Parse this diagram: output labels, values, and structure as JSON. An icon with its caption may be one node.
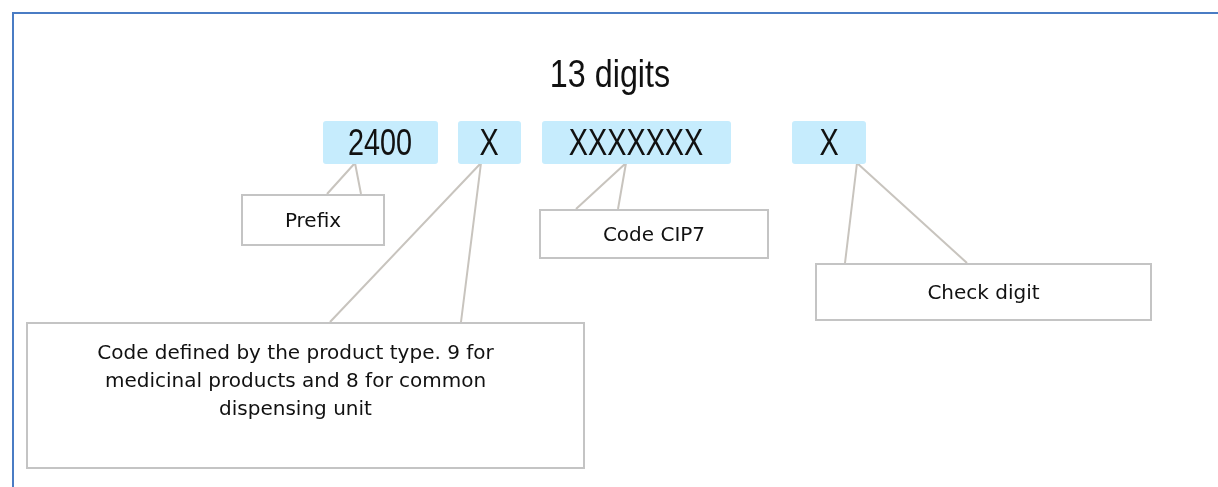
{
  "diagram": {
    "title": "13 digits",
    "nodes": [
      {
        "text": [
          "2400"
        ]
      },
      {
        "text": [
          "X"
        ]
      },
      {
        "text": [
          "XXXXXXX"
        ]
      },
      {
        "text": [
          "X"
        ]
      },
      {
        "text": [
          "Prefix"
        ]
      },
      {
        "text": [
          "Code defined by the product type. 9 for medicinal products and 8 for common dispensing unit"
        ]
      },
      {
        "text": [
          "Code CIP7"
        ]
      },
      {
        "text": [
          "Check digit"
        ]
      }
    ],
    "edges": [
      {
        "from": 4,
        "to": 0,
        "arrow": "none"
      },
      {
        "from": 5,
        "to": 1,
        "arrow": "none"
      },
      {
        "from": 6,
        "to": 2,
        "arrow": "none"
      },
      {
        "from": 7,
        "to": 3,
        "arrow": "none"
      }
    ]
  }
}
